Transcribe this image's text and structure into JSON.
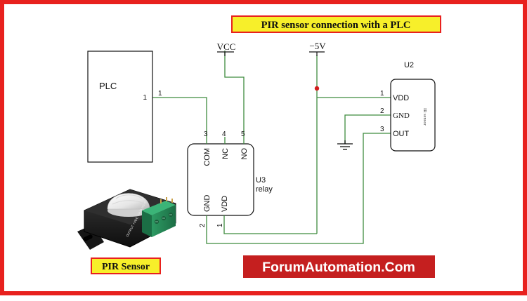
{
  "title": "PIR sensor connection with a PLC",
  "colors": {
    "border": "#e8211e",
    "title_bg": "#f7ef2a",
    "wire": "#3f8c3f",
    "junction": "#d21d1d",
    "brand_bg": "#c51f1f",
    "brand_text": "#ffffff",
    "component": "#111111"
  },
  "power": {
    "vcc": "VCC",
    "neg5v": "−5V"
  },
  "plc": {
    "label": "PLC",
    "pin_number": "1",
    "pin_number_inner": "1"
  },
  "relay": {
    "designator": "U3",
    "name": "relay",
    "top_pins": [
      {
        "number": "3",
        "name": "COM"
      },
      {
        "number": "4",
        "name": "NC"
      },
      {
        "number": "5",
        "name": "NO"
      }
    ],
    "bottom_pins": [
      {
        "number": "2",
        "name": "GND"
      },
      {
        "number": "1",
        "name": "VDD"
      }
    ]
  },
  "sensor": {
    "designator": "U2",
    "body_label": "IR sensor",
    "pins": [
      {
        "number": "1",
        "name": "VDD"
      },
      {
        "number": "2",
        "name": "GND"
      },
      {
        "number": "3",
        "name": "OUT"
      }
    ]
  },
  "photo": {
    "caption": "PIR Sensor",
    "module_text": "OUTPUT +VCC -GND HC-S"
  },
  "brand": "ForumAutomation.Com"
}
